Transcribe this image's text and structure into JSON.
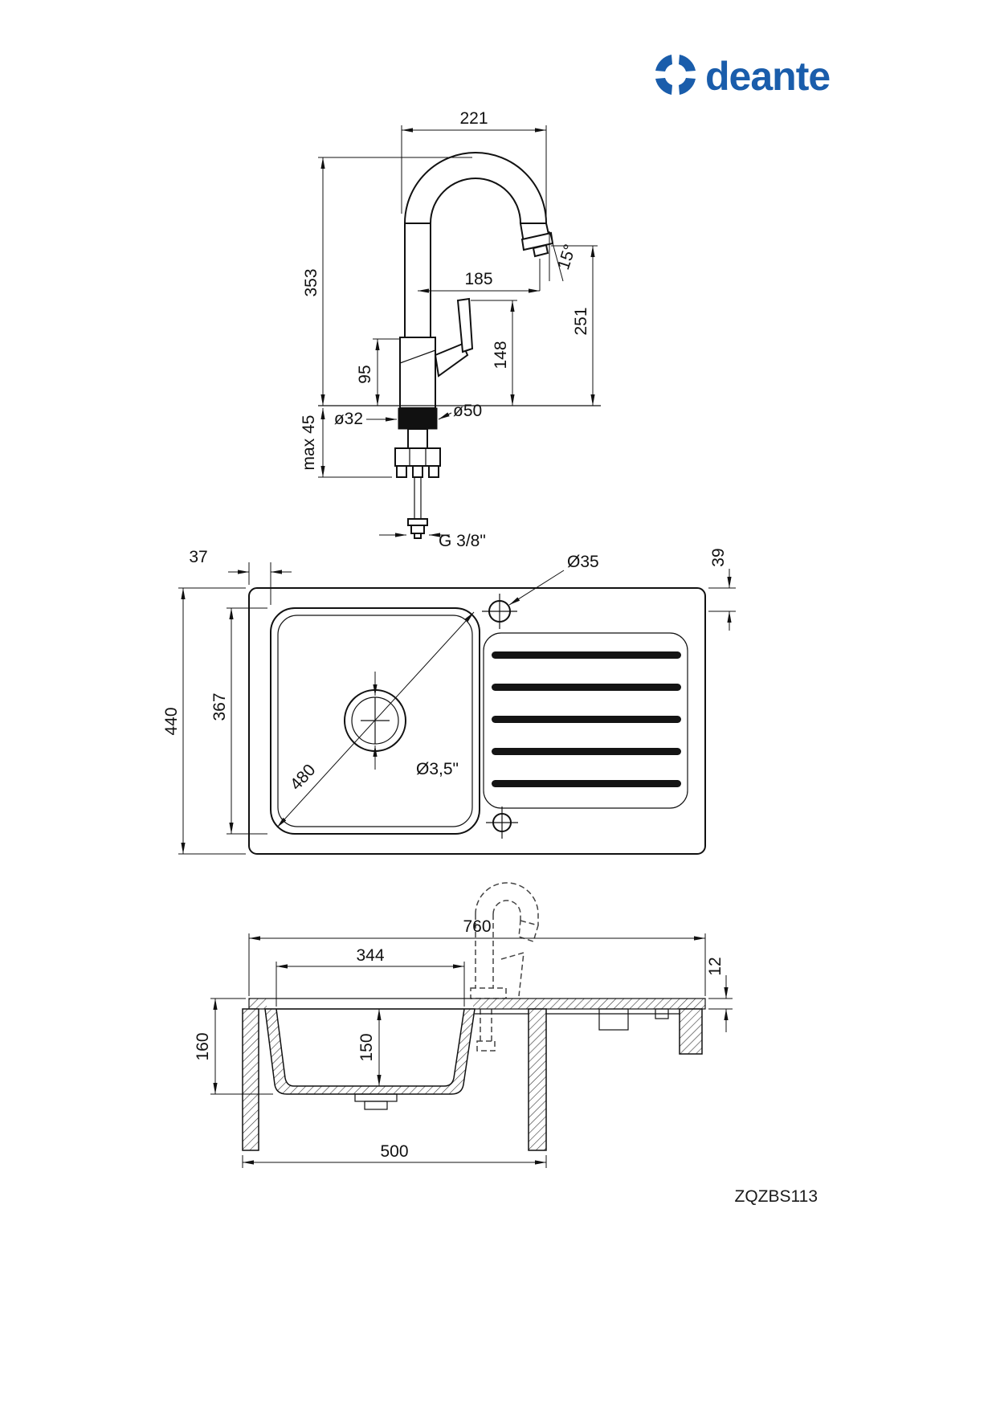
{
  "page": {
    "background": "#ffffff",
    "product_code": "ZQZBS113"
  },
  "brand": {
    "name": "deante",
    "color": "#1a5dab"
  },
  "faucet_view": {
    "spout_reach": "221",
    "total_height": "353",
    "outlet_reach": "185",
    "outlet_height": "251",
    "handle_height": "148",
    "body_height": "95",
    "outlet_angle": "15°",
    "shank_diameter": "ø32",
    "base_diameter": "ø50",
    "max_mount_thickness": "max 45",
    "hose_thread": "G 3/8\""
  },
  "top_view": {
    "rim_width": "37",
    "sink_depth": "440",
    "bowl_length": "367",
    "bowl_diagonal": "480",
    "tap_hole_diameter": "Ø35",
    "drain_diameter": "Ø3,5\"",
    "tap_hole_offset": "39"
  },
  "section_view": {
    "sink_width": "760",
    "bowl_inner_width": "344",
    "rim_thickness": "12",
    "bowl_depth_outer": "160",
    "bowl_depth_inner": "150",
    "cabinet_width": "500"
  }
}
